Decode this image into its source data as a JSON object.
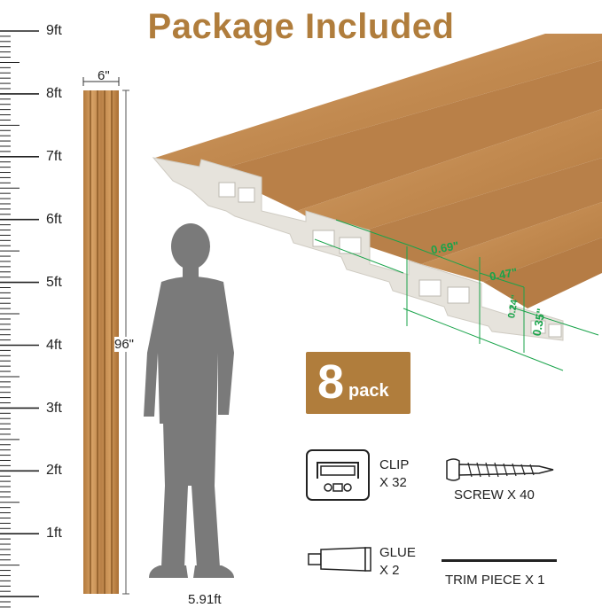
{
  "title": "Package Included",
  "ruler": {
    "labels": [
      "9ft",
      "8ft",
      "7ft",
      "6ft",
      "5ft",
      "4ft",
      "3ft",
      "2ft",
      "1ft"
    ]
  },
  "panel": {
    "width_label": "6\"",
    "height_label": "96\""
  },
  "person": {
    "height_label": "5.91ft"
  },
  "profile_dims": {
    "d1": "0.69\"",
    "d2": "0.47\"",
    "d3": "0.24\"",
    "d4": "0.35\""
  },
  "pack": {
    "count": "8",
    "word": "pack"
  },
  "accessories": {
    "clip": {
      "name": "CLIP",
      "qty": "X 32"
    },
    "screw": {
      "label": "SCREW X 40"
    },
    "glue": {
      "name": "GLUE",
      "qty": "X 2"
    },
    "trim": {
      "label": "TRIM PIECE X 1"
    }
  },
  "colors": {
    "accent": "#b07d3c",
    "wood": "#c6914f",
    "dimension": "#19a34a",
    "silhouette": "#7a7a7a"
  }
}
